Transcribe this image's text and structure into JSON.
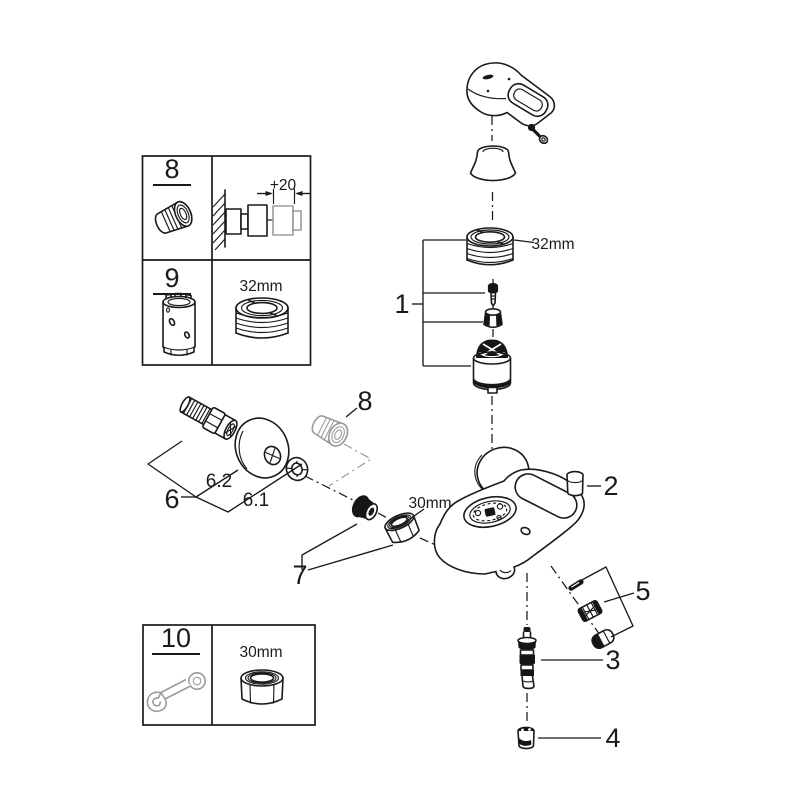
{
  "diagram_title": "faucet-exploded-parts-diagram",
  "colors": {
    "line": "#1a1a1a",
    "gray_part": "#9b9b9b",
    "background": "#ffffff"
  },
  "callouts": {
    "part1": "1",
    "part2": "2",
    "part3": "3",
    "part4": "4",
    "part5": "5",
    "part6": "6",
    "part6_1": "6.1",
    "part6_2": "6.2",
    "part7": "7",
    "part8": "8"
  },
  "dimensions": {
    "main_ring": "32mm",
    "main_nut": "30mm",
    "wall_offset": "+20"
  },
  "inset_boxes": {
    "top_box": {
      "cell_8": {
        "ref": "8",
        "icon": "threaded-adapter-icon"
      },
      "cell_wall": {
        "dimension": "+20",
        "icon": "wall-mount-extension-detail"
      },
      "cell_9": {
        "ref": "9",
        "icon": "extension-sleeve-icon"
      },
      "cell_ring": {
        "dimension": "32mm",
        "icon": "threaded-ring-icon"
      }
    },
    "bottom_box": {
      "cell_10": {
        "ref": "10",
        "icon": "open-end-wrench-icon"
      },
      "cell_nut": {
        "dimension": "30mm",
        "icon": "hex-nut-icon"
      }
    }
  }
}
